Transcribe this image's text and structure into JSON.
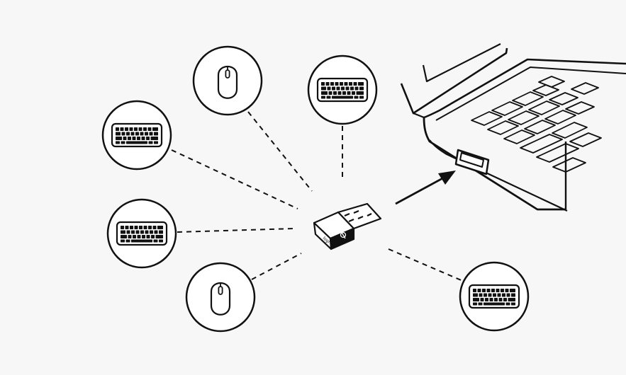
{
  "diagram": {
    "hub": {
      "icon": "usb-receiver-icon",
      "logo_text": "logi"
    },
    "host": {
      "icon": "laptop-icon",
      "port_icon": "usb-port-icon"
    },
    "connection_arrow": {
      "icon": "arrow-icon",
      "direction": "receiver-to-laptop"
    },
    "devices": [
      {
        "id": "keyboard-top-left",
        "type": "keyboard",
        "icon": "keyboard-icon"
      },
      {
        "id": "mouse-top",
        "type": "mouse",
        "icon": "mouse-icon"
      },
      {
        "id": "keyboard-top-center",
        "type": "keyboard",
        "icon": "keyboard-icon"
      },
      {
        "id": "keyboard-middle-left",
        "type": "keyboard",
        "icon": "keyboard-icon"
      },
      {
        "id": "mouse-bottom",
        "type": "mouse",
        "icon": "mouse-icon"
      },
      {
        "id": "keyboard-bottom-right",
        "type": "keyboard",
        "icon": "keyboard-icon"
      }
    ],
    "colors": {
      "background": "#f7f7f7",
      "line": "#111111",
      "fill": "#ffffff"
    }
  }
}
